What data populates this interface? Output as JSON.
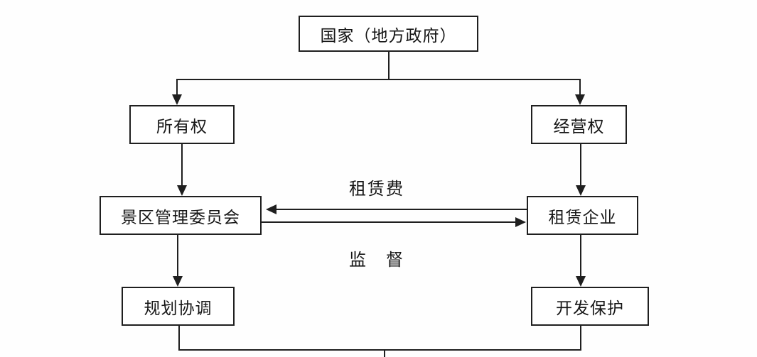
{
  "diagram": {
    "type": "flowchart",
    "nodes": {
      "government": {
        "label": "国家（地方政府）"
      },
      "ownership": {
        "label": "所有权"
      },
      "operating": {
        "label": "经营权"
      },
      "committee": {
        "label": "景区管理委员会"
      },
      "enterprise": {
        "label": "租赁企业"
      },
      "planning": {
        "label": "规划协调"
      },
      "development": {
        "label": "开发保护"
      }
    },
    "edge_labels": {
      "rent_fee": "租赁费",
      "supervision": "监　督"
    },
    "edges": [
      {
        "from": "government",
        "to": "ownership",
        "type": "arrow"
      },
      {
        "from": "government",
        "to": "operating",
        "type": "arrow"
      },
      {
        "from": "ownership",
        "to": "committee",
        "type": "arrow"
      },
      {
        "from": "operating",
        "to": "enterprise",
        "type": "arrow"
      },
      {
        "from": "enterprise",
        "to": "committee",
        "type": "arrow",
        "label": "租赁费"
      },
      {
        "from": "committee",
        "to": "enterprise",
        "type": "arrow",
        "label": "监　督"
      },
      {
        "from": "committee",
        "to": "planning",
        "type": "arrow"
      },
      {
        "from": "enterprise",
        "to": "development",
        "type": "arrow"
      },
      {
        "from": "planning",
        "to": "development",
        "type": "line-joined-below"
      }
    ],
    "colors": {
      "line": "#1f1f1f",
      "box_background": "#ffffff",
      "page_background": "#fdfdfd",
      "text": "#161616"
    }
  }
}
